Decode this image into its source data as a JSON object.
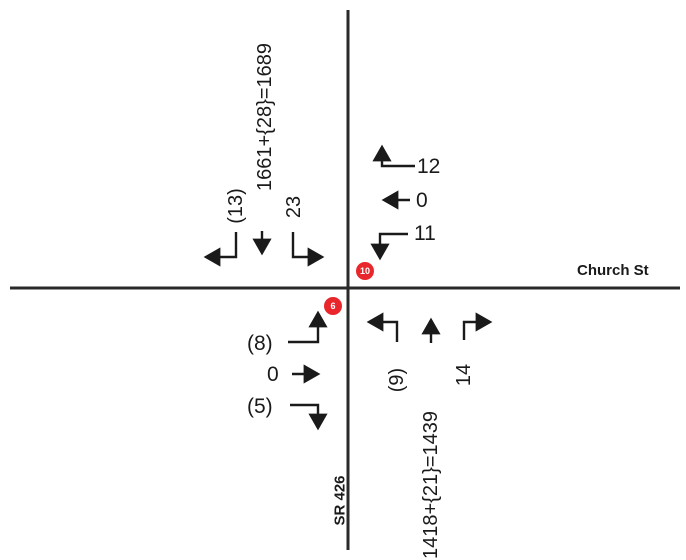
{
  "streets": {
    "east_west": "Church St",
    "north_south": "SR 426"
  },
  "southbound": {
    "right_ped": "(13)",
    "through": "1661+{28}=1689",
    "left": "23"
  },
  "westbound": {
    "left": "12",
    "through": "0",
    "right": "11"
  },
  "eastbound": {
    "left_ped": "(8)",
    "through": "0",
    "right_ped": "(5)"
  },
  "northbound": {
    "left_ped": "(9)",
    "through": "1418+{21}=1439",
    "right": "14"
  },
  "markers": {
    "north_east": "10",
    "south_west": "6"
  },
  "colors": {
    "road": "#2a2a2a",
    "marker": "#e8262c",
    "text": "#1a1a1a"
  }
}
